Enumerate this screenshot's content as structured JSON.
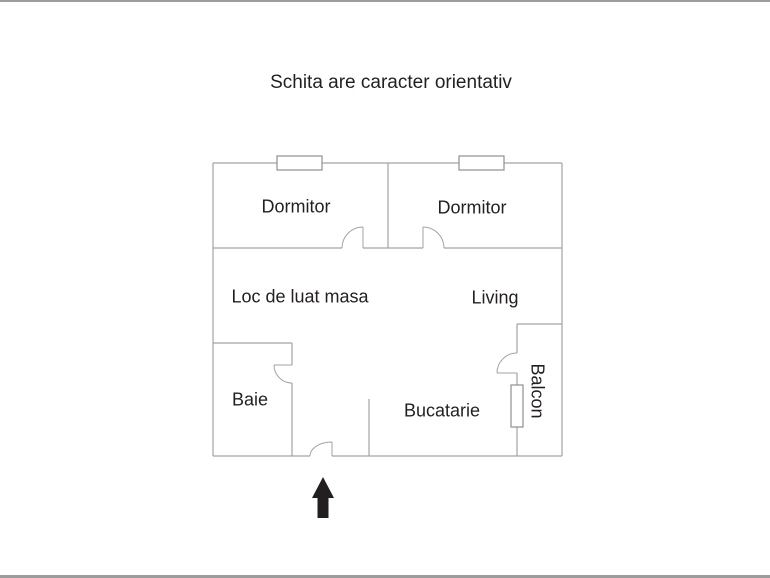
{
  "title": "Schita are caracter orientativ",
  "floor_plan": {
    "rooms": [
      {
        "id": "dormitor-left",
        "label": "Dormitor"
      },
      {
        "id": "dormitor-right",
        "label": "Dormitor"
      },
      {
        "id": "dining",
        "label": "Loc de luat masa"
      },
      {
        "id": "living",
        "label": "Living"
      },
      {
        "id": "bathroom",
        "label": "Baie"
      },
      {
        "id": "kitchen",
        "label": "Bucatarie"
      },
      {
        "id": "balcony",
        "label": "Balcon"
      }
    ],
    "icons": {
      "entrance_arrow": "up-arrow"
    },
    "colors": {
      "wall_line": "#a3a3a3",
      "window_border": "#8f8f8f",
      "text": "#231f20",
      "arrow": "#231f20",
      "edge_bar": "#9c9c9c",
      "background": "#ffffff"
    }
  }
}
